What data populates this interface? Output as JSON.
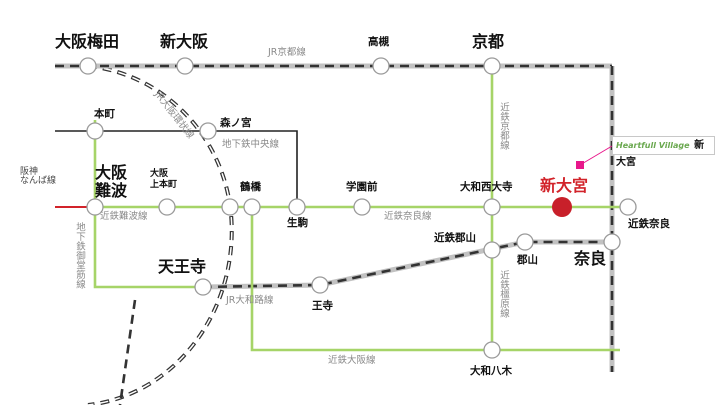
{
  "colors": {
    "kintetsu_line": "#a6d468",
    "jr_line": "#c2c2c2",
    "subway_line": "#222222",
    "accent": "#d2232a"
  },
  "stations": {
    "osaka_umeda": "大阪梅田",
    "shin_osaka": "新大阪",
    "takatsuki": "高槻",
    "kyoto": "京都",
    "honmachi": "本町",
    "morinomiya": "森ノ宮",
    "hanshin_namba": "阪神\nなんば線",
    "osaka_namba": "大阪\n難波",
    "osaka_uehonmachi": "大阪\n上本町",
    "tsuruhashi": "鶴橋",
    "ikoma": "生駒",
    "gakuenmae": "学園前",
    "yamato_saidaiji": "大和西大寺",
    "shin_omiya": "新大宮",
    "kintetsu_nara": "近鉄奈良",
    "kintetsu_koriyama": "近鉄郡山",
    "koriyama": "郡山",
    "nara": "奈良",
    "tennoji": "天王寺",
    "oji": "王寺",
    "yamato_yagi": "大和八木"
  },
  "lines": {
    "jr_kyoto": "JR京都線",
    "jr_osaka_loop": "JR大阪環状線",
    "subway_chuo": "地下鉄中央線",
    "kintetsu_kyoto": "近鉄京都線",
    "kintetsu_namba": "近鉄難波線",
    "kintetsu_nara": "近鉄奈良線",
    "subway_midosuji": "地下鉄御堂筋線",
    "jr_yamatoji": "JR大和路線",
    "kintetsu_kashihara": "近鉄橿原線",
    "kintetsu_osaka": "近鉄大阪線"
  },
  "logo": {
    "brand": "Heartfull Village",
    "name": "新大宮"
  }
}
